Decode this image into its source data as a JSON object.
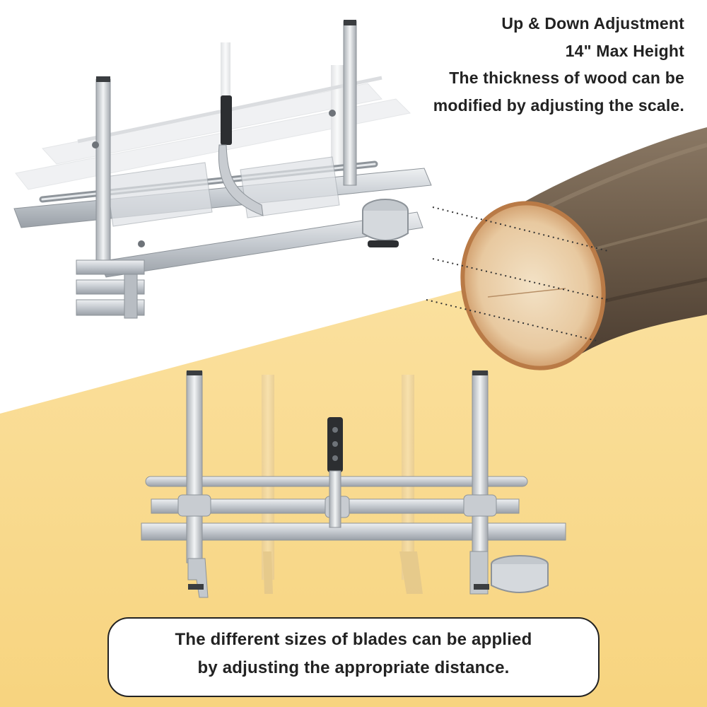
{
  "headline": {
    "line1": "Up & Down Adjustment",
    "line2": "14\" Max Height",
    "line3": "The thickness of wood can be",
    "line4": "modified by adjusting the scale."
  },
  "callout": {
    "line1": "The different sizes of blades can be applied",
    "line2": "by adjusting the appropriate distance."
  },
  "colors": {
    "background_top": "#ffffff",
    "background_bottom": "#f9d889",
    "text": "#222222",
    "metal": "#c9ced4",
    "wood_end": "#e8c9a0",
    "bark": "#6b5a48"
  },
  "icons": [
    "chainsaw-mill-perspective-icon",
    "chainsaw-mill-front-icon",
    "log-icon"
  ]
}
